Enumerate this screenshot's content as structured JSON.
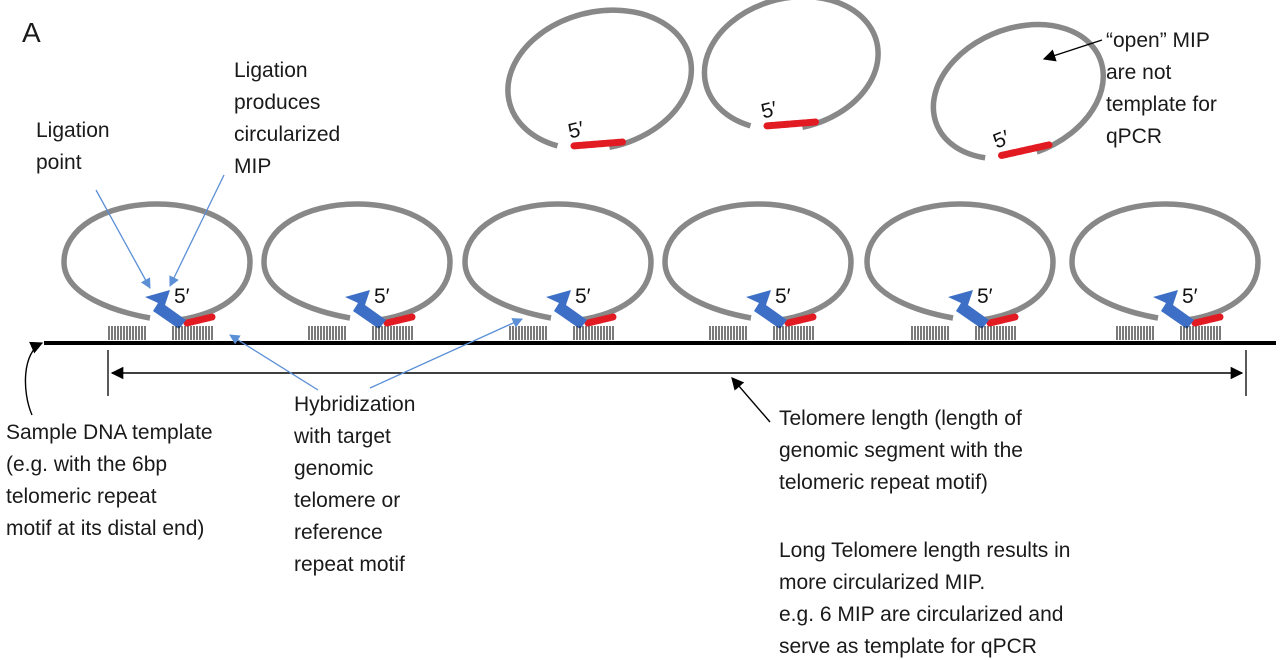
{
  "panel_letter": "A",
  "five_prime": "5′",
  "colors": {
    "loop": "#888888",
    "probe_red": "#e21b23",
    "ligase_blue": "#3d6fc6",
    "dna": "#000000",
    "pointer_blue": "#5b8fd6",
    "text": "#1a1a1a"
  },
  "labels": {
    "ligation_point": [
      "Ligation",
      "point"
    ],
    "ligation_produces": [
      "Ligation",
      "produces",
      "circularized",
      "MIP"
    ],
    "open_mip": [
      "“open” MIP",
      "are not",
      "template for",
      "qPCR"
    ],
    "sample_dna": [
      "Sample DNA template",
      "(e.g. with the 6bp",
      "telomeric repeat",
      "motif at its distal end)"
    ],
    "hybridization": [
      "Hybridization",
      "with target",
      "genomic",
      "telomere or",
      "reference",
      "repeat motif"
    ],
    "telomere_length": [
      "Telomere length (length of",
      "genomic segment with the",
      "telomeric repeat motif)"
    ],
    "long_telomere": [
      "Long Telomere length results in",
      "more circularized MIP.",
      "e.g. 6 MIP are circularized and",
      "serve as template for qPCR"
    ]
  }
}
